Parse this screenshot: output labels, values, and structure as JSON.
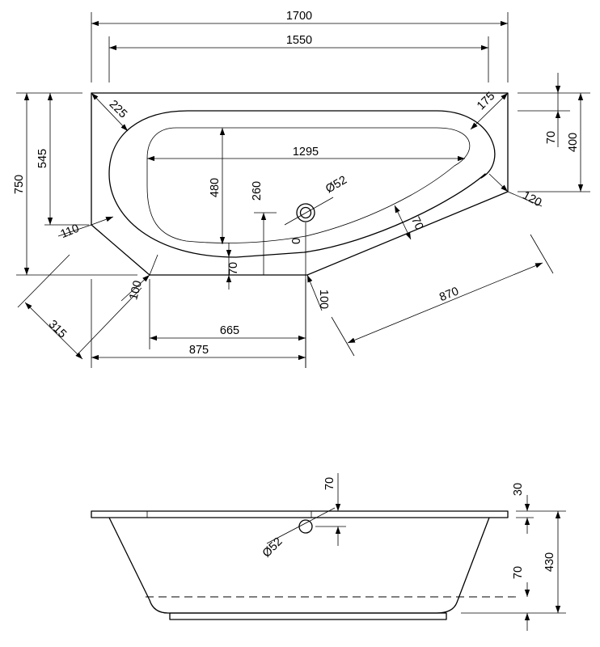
{
  "plan_view": {
    "overall_length": "1700",
    "inner_length": "1550",
    "basin_length": "1295",
    "basin_width": "480",
    "overall_width": "750",
    "left_depth": "545",
    "right_depth": "400",
    "right_offset": "70",
    "corner_top_left": "225",
    "corner_top_right": "175",
    "corner_right": "120",
    "left_chamfer": "110",
    "diagonal_left": "315",
    "apron_bottom_left": "100",
    "apron_bottom_right": "100",
    "rim_bottom": "70",
    "rim_side": "70",
    "drain_from_front": "260",
    "drain_diameter": "Ø52",
    "drain_offset": "0",
    "front_length": "665",
    "front_total": "875",
    "angled_side": "870"
  },
  "side_view": {
    "overflow_top": "70",
    "overflow_diameter": "Ø52",
    "rim_thickness": "30",
    "total_height": "430",
    "base_height": "70"
  }
}
